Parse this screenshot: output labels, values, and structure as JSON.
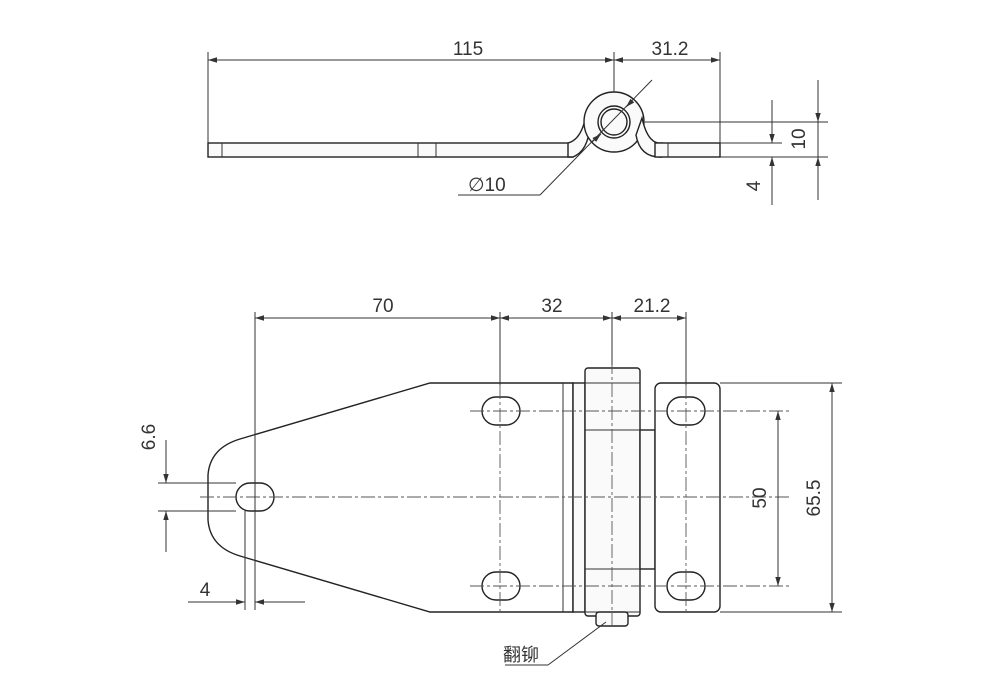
{
  "colors": {
    "line": "#222222",
    "dimension": "#333333",
    "background": "#ffffff"
  },
  "side_view": {
    "dim_length": "115",
    "dim_knuckle": "31.2",
    "dim_diameter": "∅10",
    "dim_height": "10",
    "dim_thickness": "4"
  },
  "top_view": {
    "dim_hole_offset": "70",
    "dim_hole_to_pin": "32",
    "dim_pin_to_hole": "21.2",
    "dim_slot_width": "6.6",
    "dim_slot_length": "4",
    "dim_hole_spacing": "50",
    "dim_total_width": "65.5",
    "label_rivet": "翻铆"
  }
}
